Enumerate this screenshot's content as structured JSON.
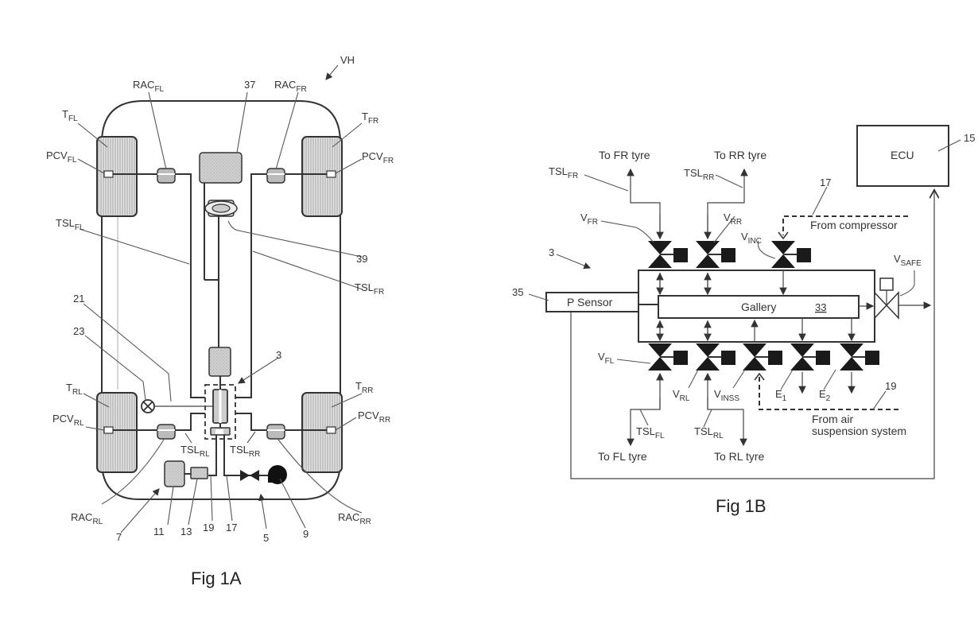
{
  "fig1a": {
    "caption": "Fig 1A",
    "labels": {
      "vh": "VH",
      "rac_fl": {
        "base": "RAC",
        "sub": "FL"
      },
      "rac_fr": {
        "base": "RAC",
        "sub": "FR"
      },
      "rac_rl": {
        "base": "RAC",
        "sub": "RL"
      },
      "rac_rr": {
        "base": "RAC",
        "sub": "RR"
      },
      "t_fl": {
        "base": "T",
        "sub": "FL"
      },
      "t_fr": {
        "base": "T",
        "sub": "FR"
      },
      "t_rl": {
        "base": "T",
        "sub": "RL"
      },
      "t_rr": {
        "base": "T",
        "sub": "RR"
      },
      "pcv_fl": {
        "base": "PCV",
        "sub": "FL"
      },
      "pcv_fr": {
        "base": "PCV",
        "sub": "FR"
      },
      "pcv_rl": {
        "base": "PCV",
        "sub": "RL"
      },
      "pcv_rr": {
        "base": "PCV",
        "sub": "RR"
      },
      "tsl_fl": {
        "base": "TSL",
        "sub": "FL"
      },
      "tsl_fr": {
        "base": "TSL",
        "sub": "FR"
      },
      "tsl_rl": {
        "base": "TSL",
        "sub": "RL"
      },
      "tsl_rr": {
        "base": "TSL",
        "sub": "RR"
      },
      "n37": "37",
      "n39": "39",
      "n21": "21",
      "n23": "23",
      "n3": "3",
      "n7": "7",
      "n11": "11",
      "n13": "13",
      "n19": "19",
      "n17": "17",
      "n5": "5",
      "n9": "9"
    }
  },
  "fig1b": {
    "caption": "Fig 1B",
    "ecu": "ECU",
    "n15": "15",
    "n17": "17",
    "n19": "19",
    "n3": "3",
    "n35": "35",
    "p_sensor": "P Sensor",
    "gallery": "Gallery",
    "gallery_ref": "33",
    "to_fr": "To FR tyre",
    "to_rr": "To RR tyre",
    "to_fl": "To FL tyre",
    "to_rl": "To RL tyre",
    "from_compressor": "From compressor",
    "from_air_1": "From air",
    "from_air_2": "suspension system",
    "tsl_fr": {
      "base": "TSL",
      "sub": "FR"
    },
    "tsl_rr": {
      "base": "TSL",
      "sub": "RR"
    },
    "tsl_fl": {
      "base": "TSL",
      "sub": "FL"
    },
    "tsl_rl": {
      "base": "TSL",
      "sub": "RL"
    },
    "v_fr": {
      "base": "V",
      "sub": "FR"
    },
    "v_rr": {
      "base": "V",
      "sub": "RR"
    },
    "v_inc": {
      "base": "V",
      "sub": "INC"
    },
    "v_safe": {
      "base": "V",
      "sub": "SAFE"
    },
    "v_fl": {
      "base": "V",
      "sub": "FL"
    },
    "v_rl": {
      "base": "V",
      "sub": "RL"
    },
    "v_inss": {
      "base": "V",
      "sub": "INSS"
    },
    "e1": {
      "base": "E",
      "sub": "1"
    },
    "e2": {
      "base": "E",
      "sub": "2"
    }
  }
}
